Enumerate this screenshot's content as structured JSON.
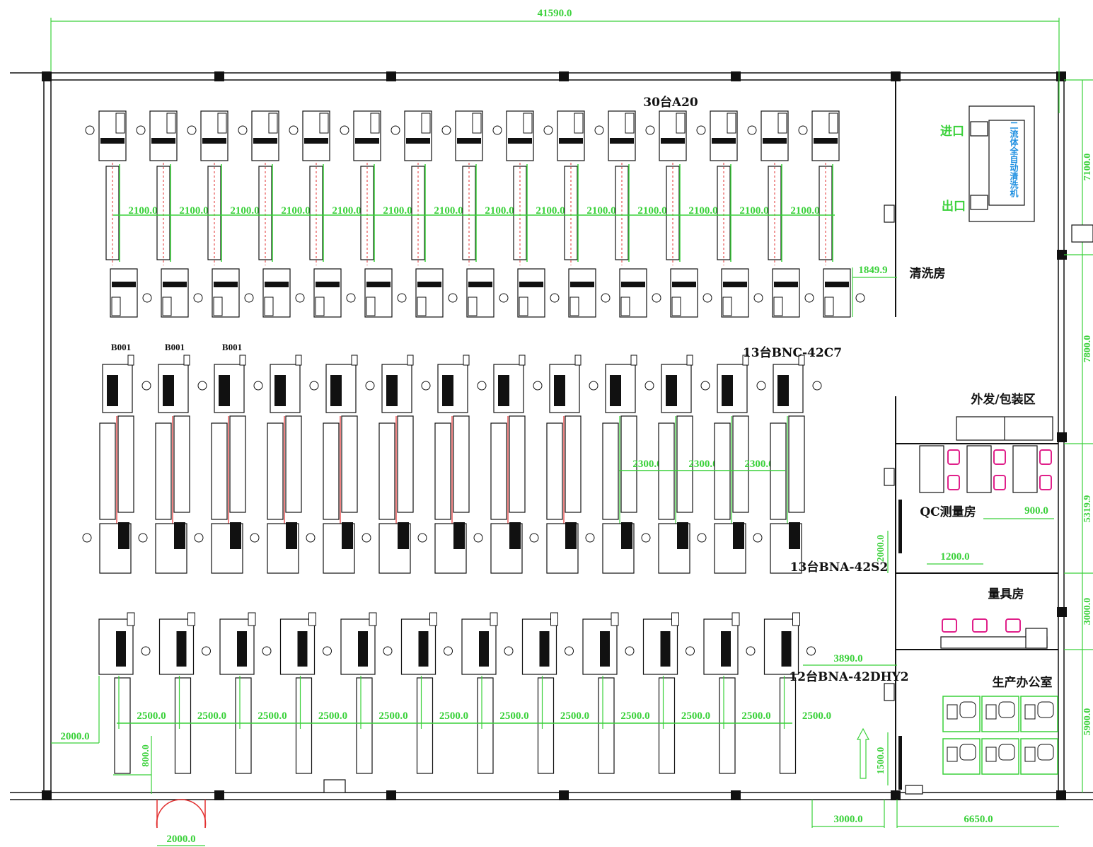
{
  "dimensions": {
    "overall_width": "41590.0",
    "right_7100": "7100.0",
    "right_7800": "7800.0",
    "right_5319": "5319.9",
    "right_3000": "3000.0",
    "right_5900": "5900.0",
    "gap_1849": "1849.9",
    "gap_3890": "3890.0",
    "qc_900": "900.0",
    "qc_1200": "1200.0",
    "qc_2000": "2000.0",
    "left_2000": "2000.0",
    "door_800": "800.0",
    "door_2000": "2000.0",
    "bottom_3000": "3000.0",
    "bottom_6650": "6650.0",
    "bottom_1500": "1500.0",
    "row1_spacing": "2100.0",
    "row2_spacing": "2300.0",
    "row3_spacing": "2500.0"
  },
  "labels": {
    "row1": "30台A20",
    "row2_top": "13台BNC-42C7",
    "row2_bottom": "13台BNA-42S2",
    "row3": "12台BNA-42DHY2",
    "b001": "B001",
    "washroom": "清洗房",
    "packing": "外发/包装区",
    "qc_room": "QC测量房",
    "gauge_room": "量具房",
    "office": "生产办公室",
    "entrance": "进口",
    "exit": "出口",
    "cleaning_machine": "二流体全自动清洗机"
  },
  "colors": {
    "dimension": "#3ad13a",
    "wall": "#111111",
    "magenta": "#e0208a",
    "accent_red": "#e23030",
    "blue_text": "#1e8fe0"
  },
  "counts": {
    "row1_columns": 15,
    "row2_columns": 13,
    "row3_columns": 12
  }
}
